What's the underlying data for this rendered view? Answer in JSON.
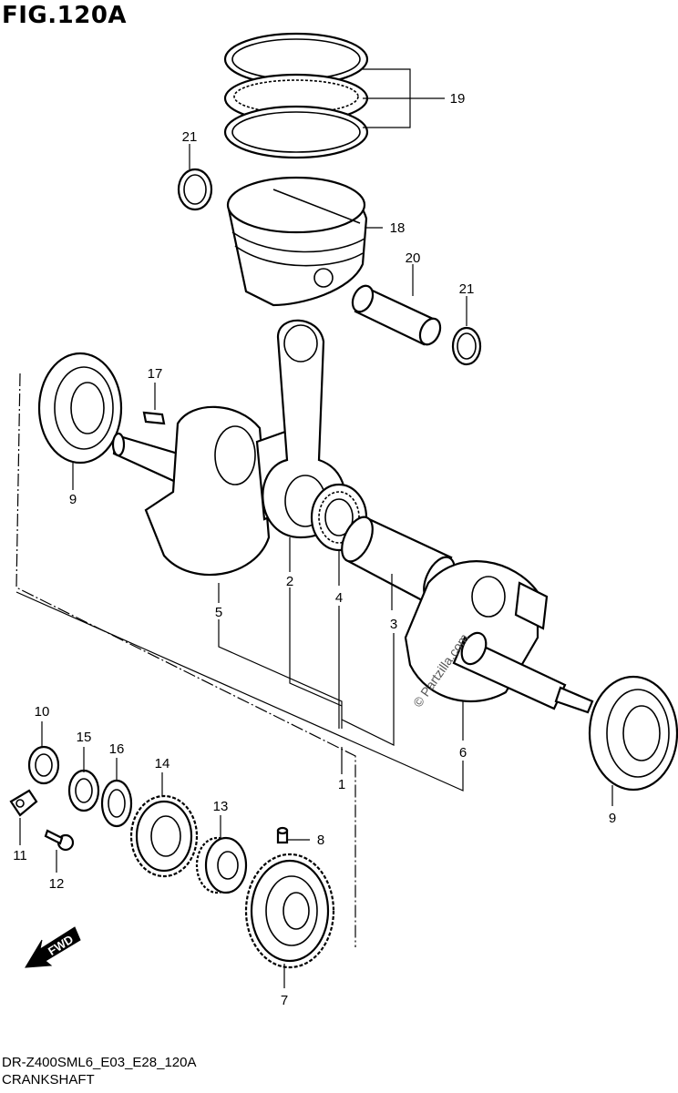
{
  "figure": {
    "title": "FIG.120A",
    "footer_code": "DR-Z400SML6_E03_E28_120A",
    "footer_name": "CRANKSHAFT",
    "watermark": "© Partzilla.com",
    "fwd_label": "FWD"
  },
  "callouts": {
    "c1": "1",
    "c2": "2",
    "c3": "3",
    "c4": "4",
    "c5": "5",
    "c6": "6",
    "c7": "7",
    "c8": "8",
    "c9a": "9",
    "c9b": "9",
    "c10": "10",
    "c11": "11",
    "c12": "12",
    "c13": "13",
    "c14": "14",
    "c15": "15",
    "c16": "16",
    "c17": "17",
    "c18": "18",
    "c19": "19",
    "c20": "20",
    "c21a": "21",
    "c21b": "21"
  }
}
